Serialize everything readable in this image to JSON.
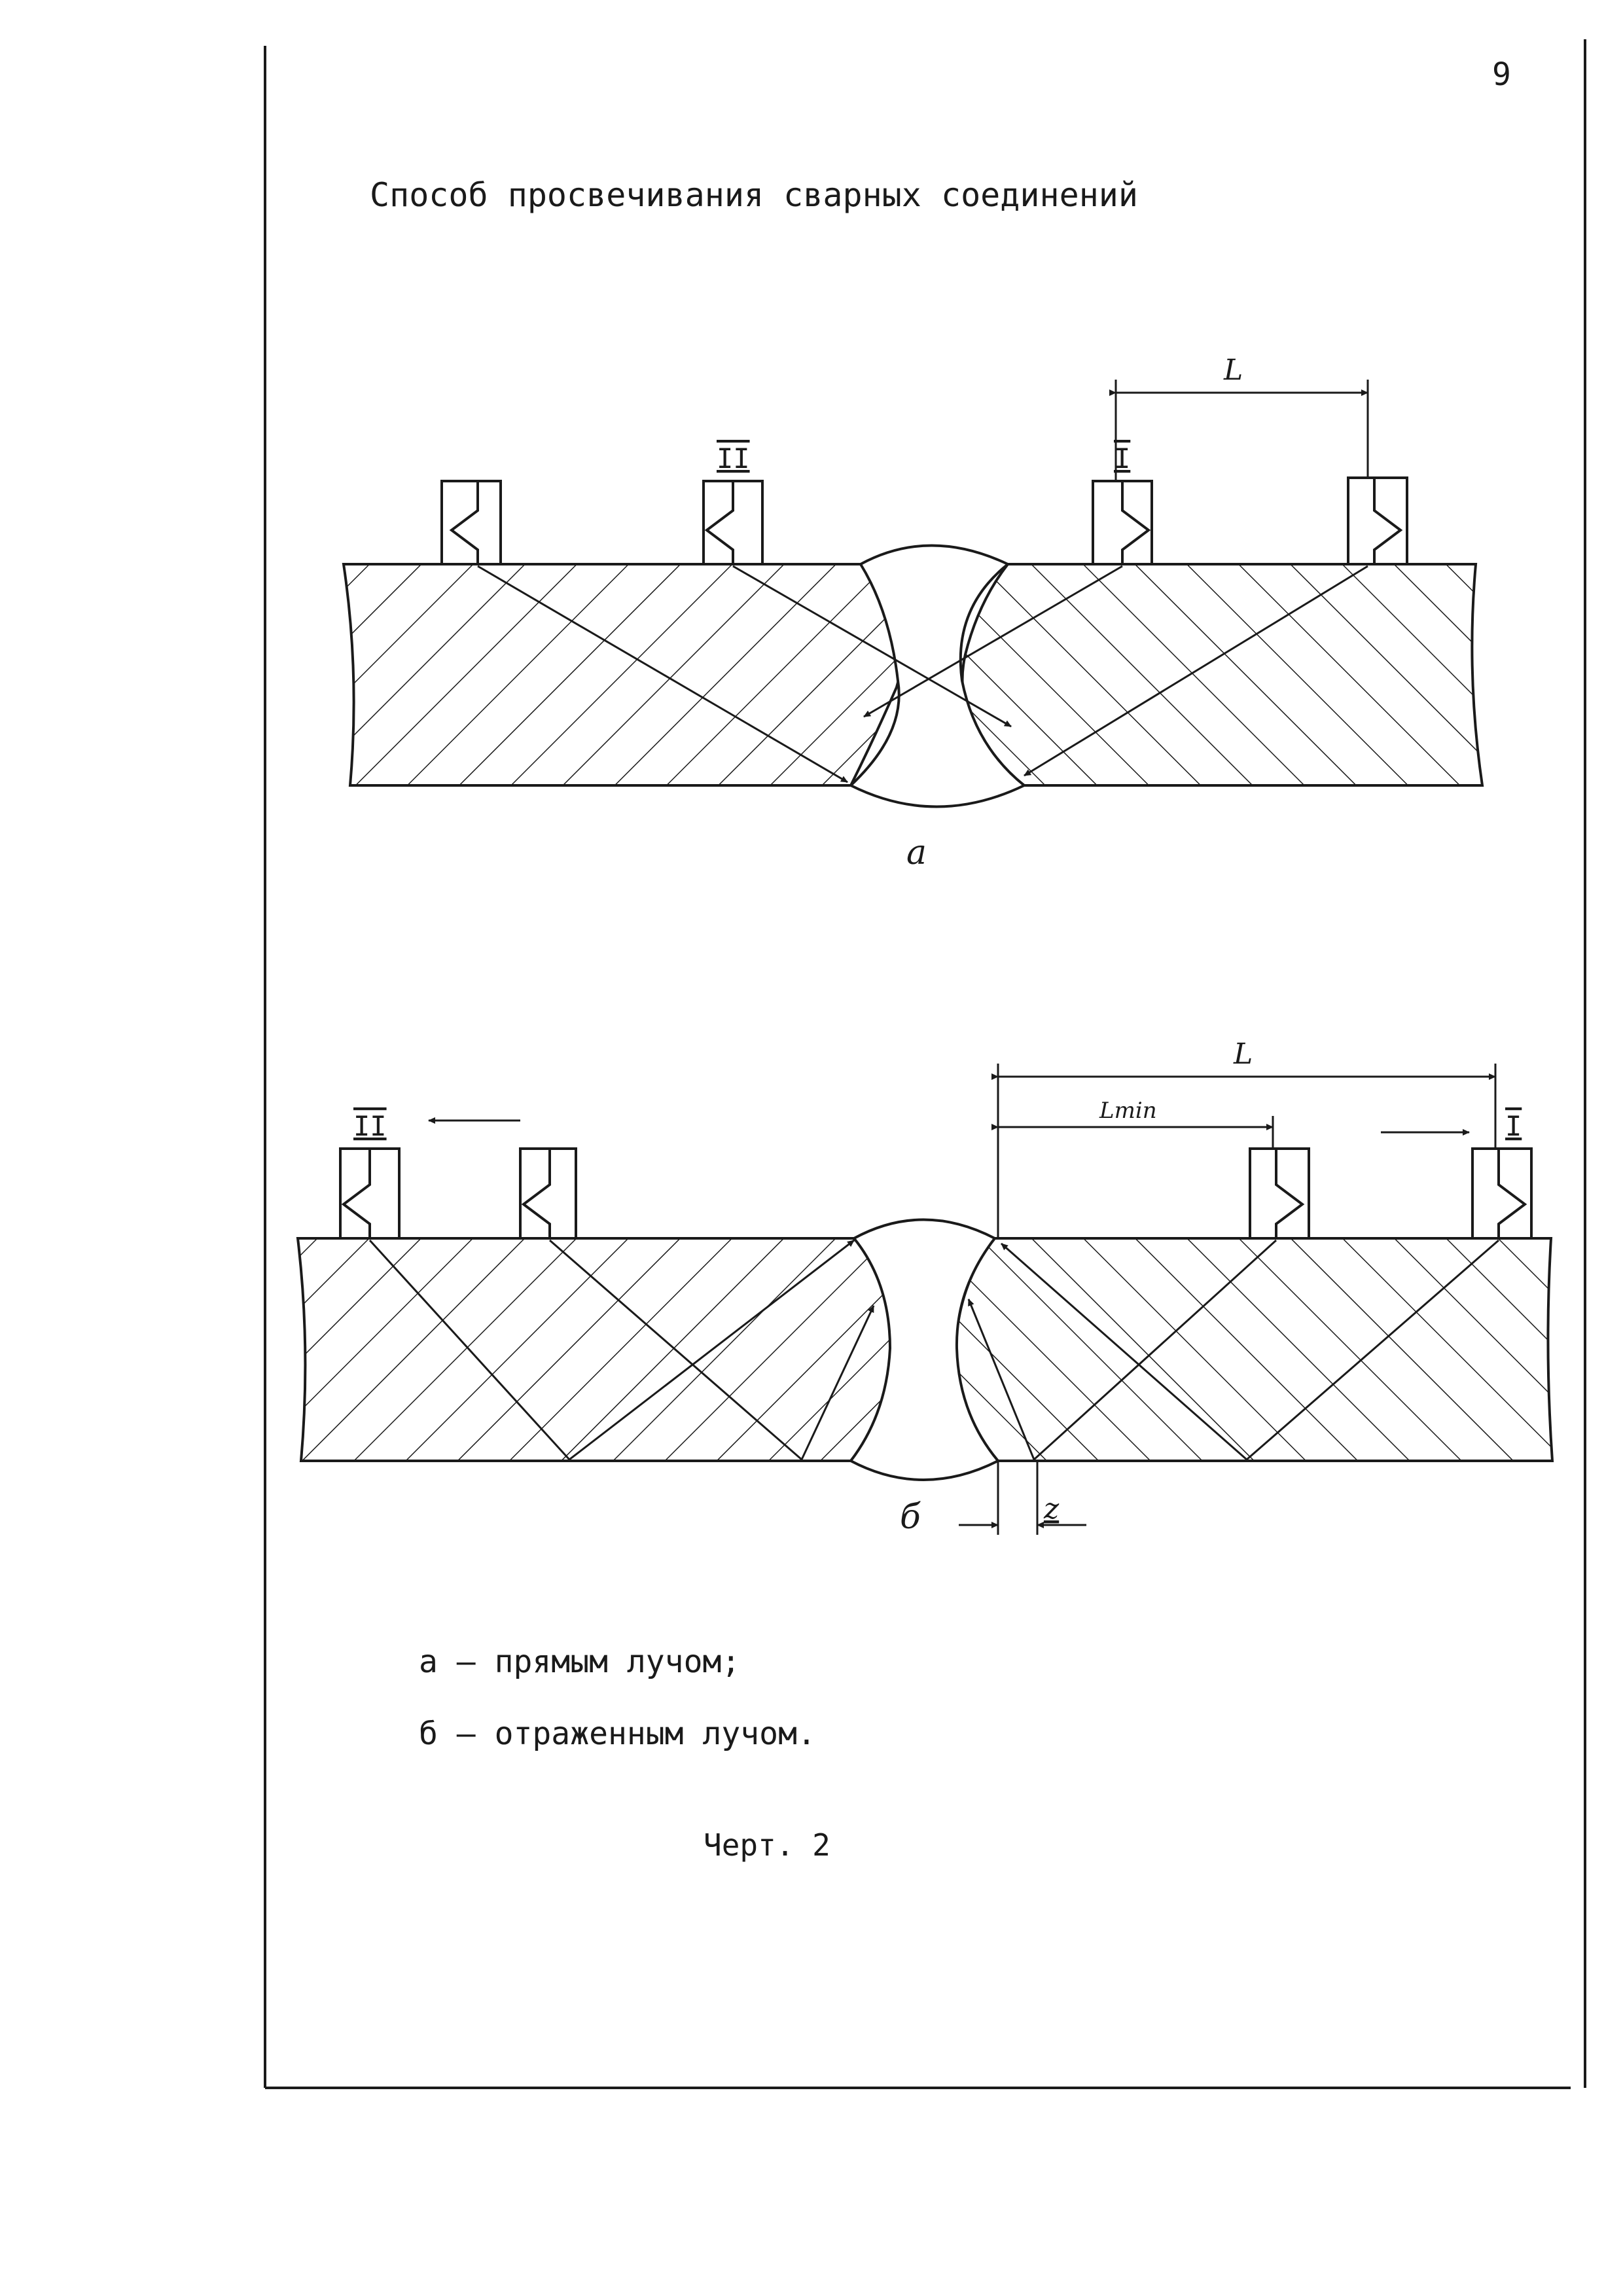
{
  "page": {
    "number": "9",
    "title": "Способ просвечивания сварных соединений"
  },
  "figure_a": {
    "label": "а",
    "probe_left_label": "II",
    "probe_right_label": "I",
    "dimension_label": "L"
  },
  "figure_b": {
    "label": "б",
    "probe_left_label": "II",
    "probe_right_label": "I",
    "dimension_label": "L",
    "dimension_min_label": "Lmin",
    "offset_label": "z"
  },
  "legend": {
    "item_a": "а – прямым лучом;",
    "item_b": "б – отраженным лучом."
  },
  "caption": "Черт. 2"
}
